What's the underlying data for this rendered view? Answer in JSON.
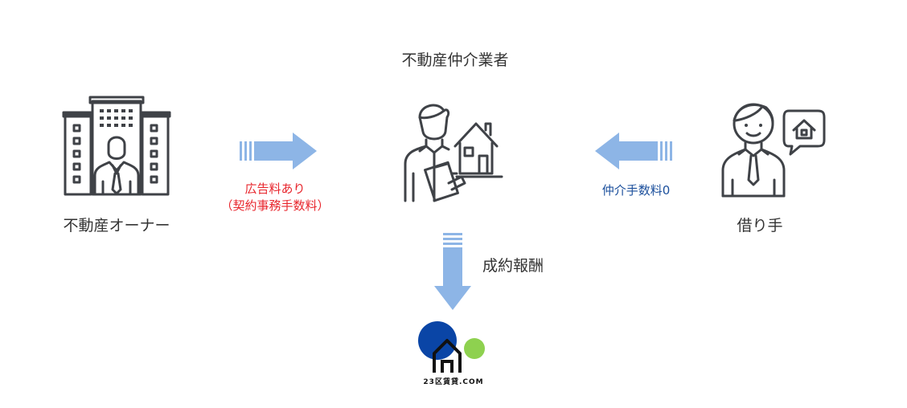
{
  "agent_title": "不動産仲介業者",
  "owner_label": "不動産オーナー",
  "tenant_label": "借り手",
  "owner_fee": {
    "line1": "広告料あり",
    "line2": "（契約事務手数料）"
  },
  "tenant_fee": "仲介手数料0",
  "success_fee": "成約報酬",
  "logo_text": "23区賃貸.COM",
  "colors": {
    "arrow": "#8db5e6",
    "owner_fee_text": "#e8262d",
    "tenant_fee_text": "#1b4f9c",
    "logo_blue": "#0a45a6",
    "logo_green": "#8ed14f"
  },
  "icons": {
    "owner": "building-businessman-icon",
    "agent": "agent-with-house-icon",
    "tenant": "person-with-house-bubble-icon"
  }
}
